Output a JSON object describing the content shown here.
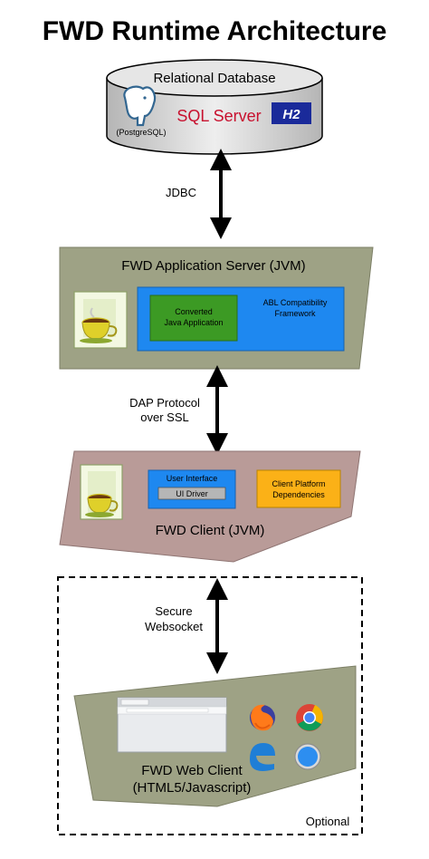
{
  "title": "FWD Runtime Architecture",
  "database": {
    "label": "Relational Database",
    "postgres_caption": "(PostgreSQL)",
    "sqlserver_label": "SQL Server",
    "h2_label": "H2"
  },
  "connectors": {
    "jdbc": "JDBC",
    "dap_line1": "DAP Protocol",
    "dap_line2": "over SSL",
    "ws_line1": "Secure",
    "ws_line2": "Websocket"
  },
  "app_server": {
    "label": "FWD Application Server (JVM)",
    "framework_line1": "ABL Compatibility",
    "framework_line2": "Framework",
    "converted_line1": "Converted",
    "converted_line2": "Java Application"
  },
  "client": {
    "label": "FWD Client (JVM)",
    "ui_label": "User Interface",
    "ui_driver": "UI Driver",
    "platform_line1": "Client Platform",
    "platform_line2": "Dependencies"
  },
  "web_client": {
    "label_line1": "FWD Web Client",
    "label_line2": "(HTML5/Javascript)",
    "optional": "Optional"
  },
  "colors": {
    "server_fill": "#9ea285",
    "client_fill": "#b99b98",
    "blue": "#1e88f0",
    "green": "#3c9a24",
    "orange": "#fbb117"
  }
}
